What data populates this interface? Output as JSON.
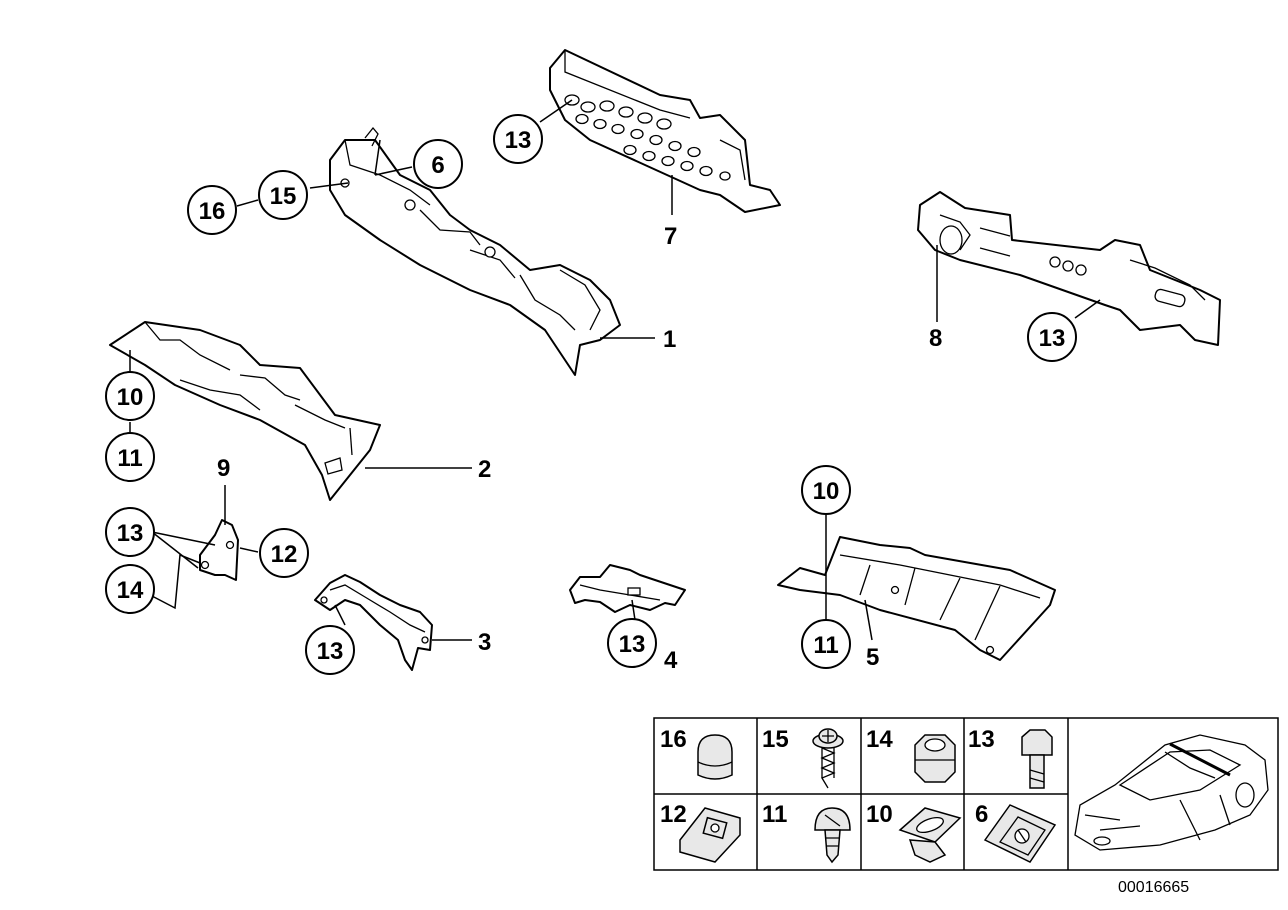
{
  "diagram_code": "00016665",
  "part_labels": {
    "p1": "1",
    "p2": "2",
    "p3": "3",
    "p4": "4",
    "p5": "5",
    "p7": "7",
    "p8": "8",
    "p9": "9"
  },
  "callouts": {
    "c6": "6",
    "c13a": "13",
    "c15": "15",
    "c16": "16",
    "c13b": "13",
    "c10a": "10",
    "c11a": "11",
    "c13c": "13",
    "c12": "12",
    "c14": "14",
    "c13d": "13",
    "c13e": "13",
    "c10b": "10",
    "c11b": "11"
  },
  "legend": {
    "top_row": [
      "16",
      "15",
      "14",
      "13"
    ],
    "bottom_row": [
      "12",
      "11",
      "10",
      "6"
    ]
  },
  "icons": [
    "cap-nut-icon",
    "screw-with-washer-icon",
    "hex-nut-icon",
    "hex-bolt-icon",
    "clip-nut-icon",
    "expanding-rivet-icon",
    "grommet-icon",
    "spring-nut-icon",
    "car-overview-icon"
  ]
}
